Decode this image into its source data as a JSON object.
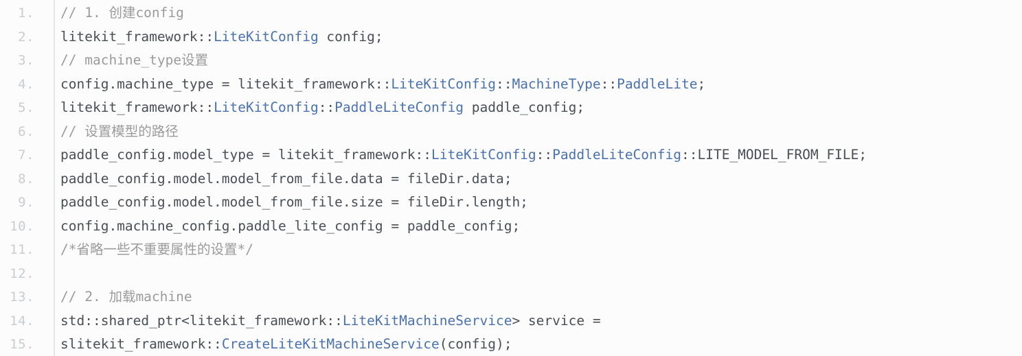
{
  "editor": {
    "kind": "code-snippet",
    "language": "cpp",
    "background_color": "#fcfcfc",
    "gutter_color": "#c9cdd2",
    "divider_color": "#e3e5e7",
    "plain_color": "#4a4f55",
    "comment_color": "#9b9b9b",
    "type_color": "#4a72b0",
    "lines": [
      {
        "number": "1.",
        "tokens": [
          {
            "t": "// 1. 创建config",
            "c": "comment"
          }
        ]
      },
      {
        "number": "2.",
        "tokens": [
          {
            "t": "litekit_framework::",
            "c": "plain"
          },
          {
            "t": "LiteKitConfig",
            "c": "type"
          },
          {
            "t": " config;",
            "c": "plain"
          }
        ]
      },
      {
        "number": "3.",
        "tokens": [
          {
            "t": "// machine_type设置",
            "c": "comment"
          }
        ]
      },
      {
        "number": "4.",
        "tokens": [
          {
            "t": "config.machine_type = litekit_framework::",
            "c": "plain"
          },
          {
            "t": "LiteKitConfig",
            "c": "type"
          },
          {
            "t": "::",
            "c": "plain"
          },
          {
            "t": "MachineType",
            "c": "type"
          },
          {
            "t": "::",
            "c": "plain"
          },
          {
            "t": "PaddleLite",
            "c": "type"
          },
          {
            "t": ";",
            "c": "plain"
          }
        ]
      },
      {
        "number": "5.",
        "tokens": [
          {
            "t": "litekit_framework::",
            "c": "plain"
          },
          {
            "t": "LiteKitConfig",
            "c": "type"
          },
          {
            "t": "::",
            "c": "plain"
          },
          {
            "t": "PaddleLiteConfig",
            "c": "type"
          },
          {
            "t": " paddle_config;",
            "c": "plain"
          }
        ]
      },
      {
        "number": "6.",
        "tokens": [
          {
            "t": "// 设置模型的路径",
            "c": "comment"
          }
        ]
      },
      {
        "number": "7.",
        "tokens": [
          {
            "t": "paddle_config.model_type = litekit_framework::",
            "c": "plain"
          },
          {
            "t": "LiteKitConfig",
            "c": "type"
          },
          {
            "t": "::",
            "c": "plain"
          },
          {
            "t": "PaddleLiteConfig",
            "c": "type"
          },
          {
            "t": "::LITE_MODEL_FROM_FILE;",
            "c": "plain"
          }
        ]
      },
      {
        "number": "8.",
        "tokens": [
          {
            "t": "paddle_config.model.model_from_file.data = fileDir.data;",
            "c": "plain"
          }
        ]
      },
      {
        "number": "9.",
        "tokens": [
          {
            "t": "paddle_config.model.model_from_file.size = fileDir.length;",
            "c": "plain"
          }
        ]
      },
      {
        "number": "10.",
        "tokens": [
          {
            "t": "config.machine_config.paddle_lite_config = paddle_config;",
            "c": "plain"
          }
        ]
      },
      {
        "number": "11.",
        "tokens": [
          {
            "t": "/*省略一些不重要属性的设置*/",
            "c": "comment"
          }
        ]
      },
      {
        "number": "12.",
        "tokens": []
      },
      {
        "number": "13.",
        "tokens": [
          {
            "t": "// 2. 加载machine",
            "c": "comment"
          }
        ]
      },
      {
        "number": "14.",
        "tokens": [
          {
            "t": "std::shared_ptr<litekit_framework::",
            "c": "plain"
          },
          {
            "t": "LiteKitMachineService",
            "c": "type"
          },
          {
            "t": "> service =",
            "c": "plain"
          }
        ]
      },
      {
        "number": "15.",
        "tokens": [
          {
            "t": "slitekit_framework::",
            "c": "plain"
          },
          {
            "t": "CreateLiteKitMachineService",
            "c": "type"
          },
          {
            "t": "(config);",
            "c": "plain"
          }
        ]
      }
    ]
  }
}
